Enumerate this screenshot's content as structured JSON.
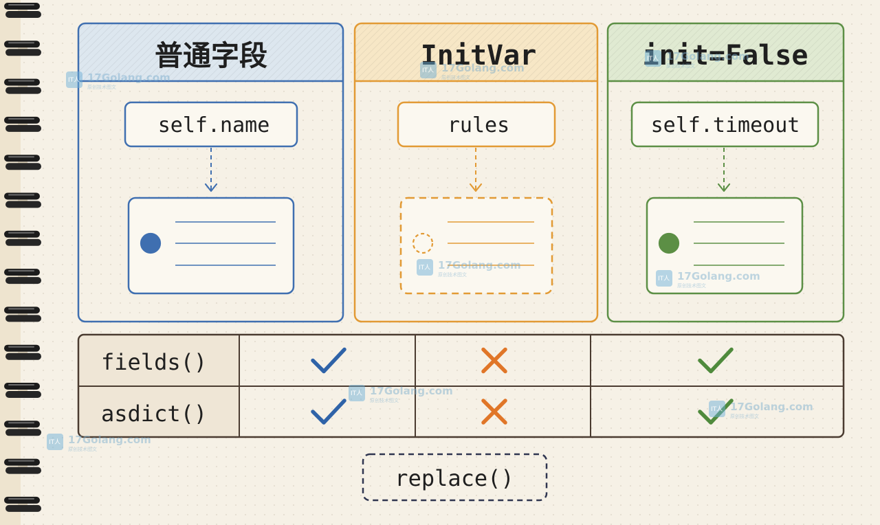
{
  "columns": [
    {
      "title": "普通字段",
      "field": "self.name",
      "color": "#3f6fb0",
      "header_bg": "#dde7ef",
      "field_dashed": false
    },
    {
      "title": "InitVar",
      "field": "rules",
      "color": "#e29a34",
      "header_bg": "#f7e7c6",
      "field_dashed": true
    },
    {
      "title": "init=False",
      "field": "self.timeout",
      "color": "#5c8f45",
      "header_bg": "#e0ead2",
      "field_dashed": false
    }
  ],
  "table": {
    "rows": [
      {
        "label": "fields()",
        "marks": [
          "check",
          "cross",
          "check"
        ]
      },
      {
        "label": "asdict()",
        "marks": [
          "check",
          "cross",
          "check"
        ]
      }
    ]
  },
  "footer": {
    "label": "replace()",
    "style": "dashed"
  },
  "colors": {
    "check_blue": "#2f63a8",
    "cross_orange": "#e07628",
    "check_green": "#4f8a3c",
    "ink": "#1f1f1f",
    "table_border": "#4a3b30",
    "footer_border": "#2f3550"
  },
  "watermark": {
    "text": "17Golang.com",
    "subtext": "原创技术图文",
    "logo": "IT人"
  }
}
